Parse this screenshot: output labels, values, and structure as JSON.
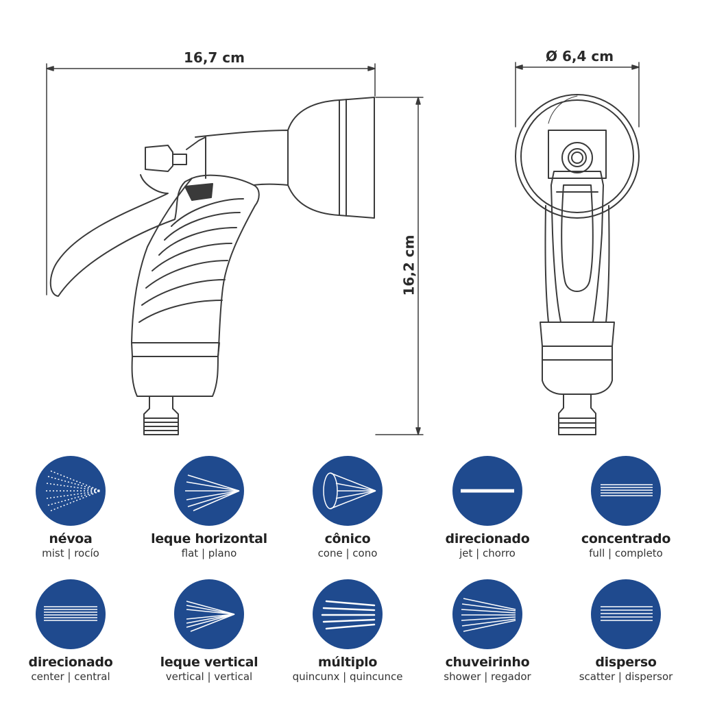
{
  "dimensions": {
    "length": "16,7 cm",
    "height": "16,2 cm",
    "diameter": "Ø 6,4 cm"
  },
  "colors": {
    "accent": "#1f4a8e",
    "line": "#3a3a3a"
  },
  "modes": [
    {
      "name": "névoa",
      "sub": "mist | rocío",
      "icon": "mist-spray-icon"
    },
    {
      "name": "leque horizontal",
      "sub": "flat | plano",
      "icon": "flat-fan-icon"
    },
    {
      "name": "cônico",
      "sub": "cone | cono",
      "icon": "cone-spray-icon"
    },
    {
      "name": "direcionado",
      "sub": "jet | chorro",
      "icon": "jet-stream-icon"
    },
    {
      "name": "concentrado",
      "sub": "full | completo",
      "icon": "full-stream-icon"
    },
    {
      "name": "direcionado",
      "sub": "center | central",
      "icon": "center-stream-icon"
    },
    {
      "name": "leque vertical",
      "sub": "vertical | vertical",
      "icon": "vertical-fan-icon"
    },
    {
      "name": "múltiplo",
      "sub": "quincunx | quincunce",
      "icon": "quincunx-spray-icon"
    },
    {
      "name": "chuveirinho",
      "sub": "shower | regador",
      "icon": "shower-spray-icon"
    },
    {
      "name": "disperso",
      "sub": "scatter | dispersor",
      "icon": "scatter-spray-icon"
    }
  ]
}
